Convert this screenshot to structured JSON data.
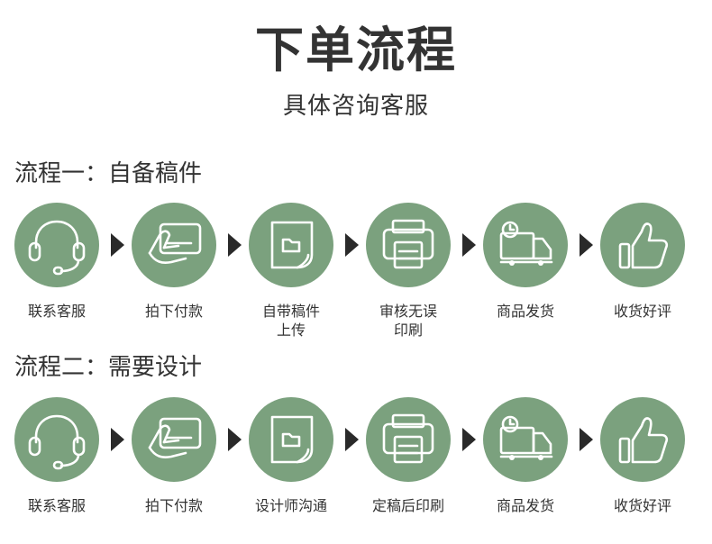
{
  "header": {
    "title": "下单流程",
    "subtitle": "具体咨询客服"
  },
  "colors": {
    "circle": "#7ba17e",
    "arrow": "#2a2a2a",
    "text": "#333333"
  },
  "flow1": {
    "title": "流程一：自备稿件",
    "steps": [
      {
        "icon": "headset-icon",
        "label": "联系客服"
      },
      {
        "icon": "card-payment-icon",
        "label": "拍下付款"
      },
      {
        "icon": "folder-file-icon",
        "label": "自带稿件\n上传"
      },
      {
        "icon": "printer-icon",
        "label": "审核无误\n印刷"
      },
      {
        "icon": "delivery-truck-icon",
        "label": "商品发货"
      },
      {
        "icon": "thumbs-up-icon",
        "label": "收货好评"
      }
    ]
  },
  "flow2": {
    "title": "流程二：需要设计",
    "steps": [
      {
        "icon": "headset-icon",
        "label": "联系客服"
      },
      {
        "icon": "card-payment-icon",
        "label": "拍下付款"
      },
      {
        "icon": "folder-file-icon",
        "label": "设计师沟通"
      },
      {
        "icon": "printer-icon",
        "label": "定稿后印刷"
      },
      {
        "icon": "delivery-truck-icon",
        "label": "商品发货"
      },
      {
        "icon": "thumbs-up-icon",
        "label": "收货好评"
      }
    ]
  }
}
